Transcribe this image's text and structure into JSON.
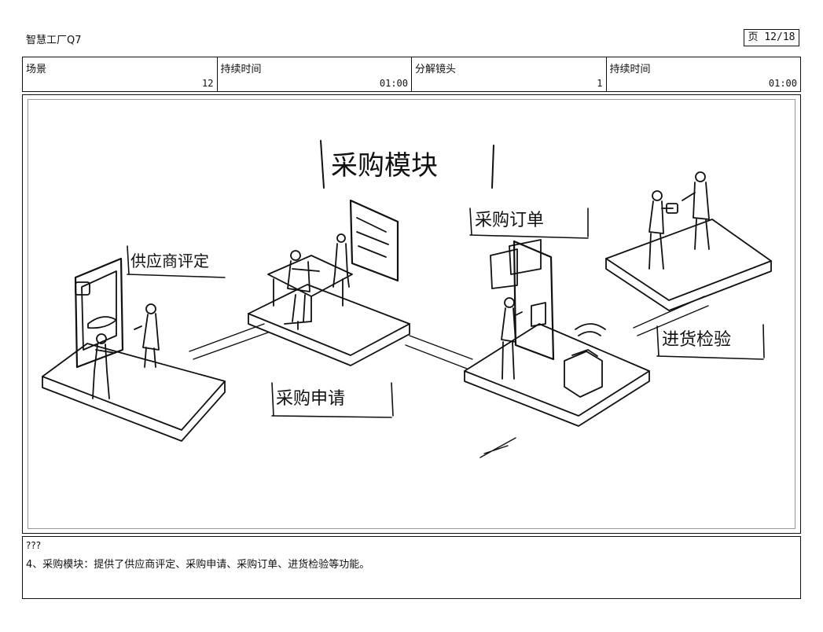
{
  "header": {
    "project_title": "智慧工厂Q7",
    "page_indicator": "页 12/18"
  },
  "info": {
    "scene_label": "场景",
    "scene_value": "12",
    "duration_label": "持续时间",
    "duration_value": "01:00",
    "shot_label": "分解镜头",
    "shot_value": "1",
    "shot_duration_label": "持续时间",
    "shot_duration_value": "01:00"
  },
  "sketch": {
    "title": "采购模块",
    "labels": {
      "supplier_evaluation": "供应商评定",
      "purchase_request": "采购申请",
      "purchase_order": "采购订单",
      "incoming_inspection": "进货检验"
    }
  },
  "caption": {
    "line1": "???",
    "line2": "4、采购模块：提供了供应商评定、采购申请、采购订单、进货检验等功能。"
  }
}
